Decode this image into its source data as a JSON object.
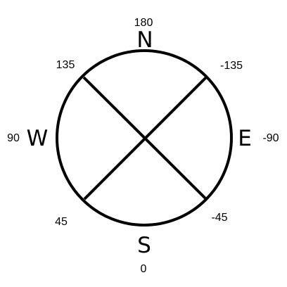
{
  "directions": {
    "north": "N",
    "south": "S",
    "east": "E",
    "west": "W"
  },
  "angles": {
    "north": "180",
    "south": "0",
    "east": "-90",
    "west": "90",
    "northwest": "135",
    "northeast": "-135",
    "southwest": "45",
    "southeast": "-45"
  },
  "colors": {
    "stroke": "#000000",
    "background": "#ffffff"
  }
}
